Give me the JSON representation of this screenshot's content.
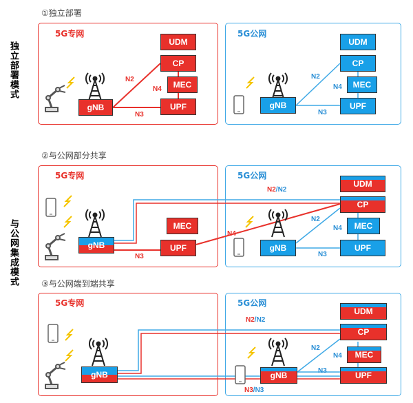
{
  "colors": {
    "red": "#e8312b",
    "blue": "#19a0e8",
    "blue_border": "#3fa9e6",
    "gray": "#888888"
  },
  "side_labels": {
    "independent": "独立部署模式",
    "integrated": "与公网集成模式"
  },
  "sections": [
    {
      "title": "①独立部署",
      "private_label": "5G专网",
      "public_label": "5G公网"
    },
    {
      "title": "②与公网部分共享",
      "private_label": "5G专网",
      "public_label": "5G公网"
    },
    {
      "title": "③与公网端到端共享",
      "private_label": "5G专网",
      "public_label": "5G公网"
    }
  ],
  "nodes": {
    "udm": "UDM",
    "cp": "CP",
    "mec": "MEC",
    "upf": "UPF",
    "gnb": "gNB"
  },
  "links": {
    "n2": "N2",
    "n3": "N3",
    "n4": "N4",
    "n2_n2": [
      "N2",
      "/N2"
    ],
    "n3_n3": [
      "N3",
      "/N3"
    ]
  },
  "icons": [
    "antenna-tower-icon",
    "robot-arm-icon",
    "phone-icon",
    "signal-bolt-icon"
  ]
}
